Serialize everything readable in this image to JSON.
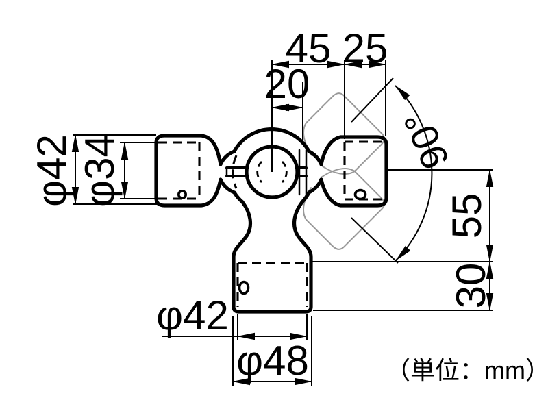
{
  "drawing": {
    "kind": "technical-dimension-drawing",
    "unit_note": "（単位：mm）",
    "labels": {
      "d45": "45",
      "d25": "25",
      "d20": "20",
      "dia42_left": "φ42",
      "dia34": "φ34",
      "ang90": "90°",
      "d55": "55",
      "d30": "30",
      "dia42_bottom": "φ42",
      "dia48": "φ48"
    },
    "colors": {
      "line": "#000000",
      "phantom": "#999999",
      "background": "#ffffff"
    }
  }
}
